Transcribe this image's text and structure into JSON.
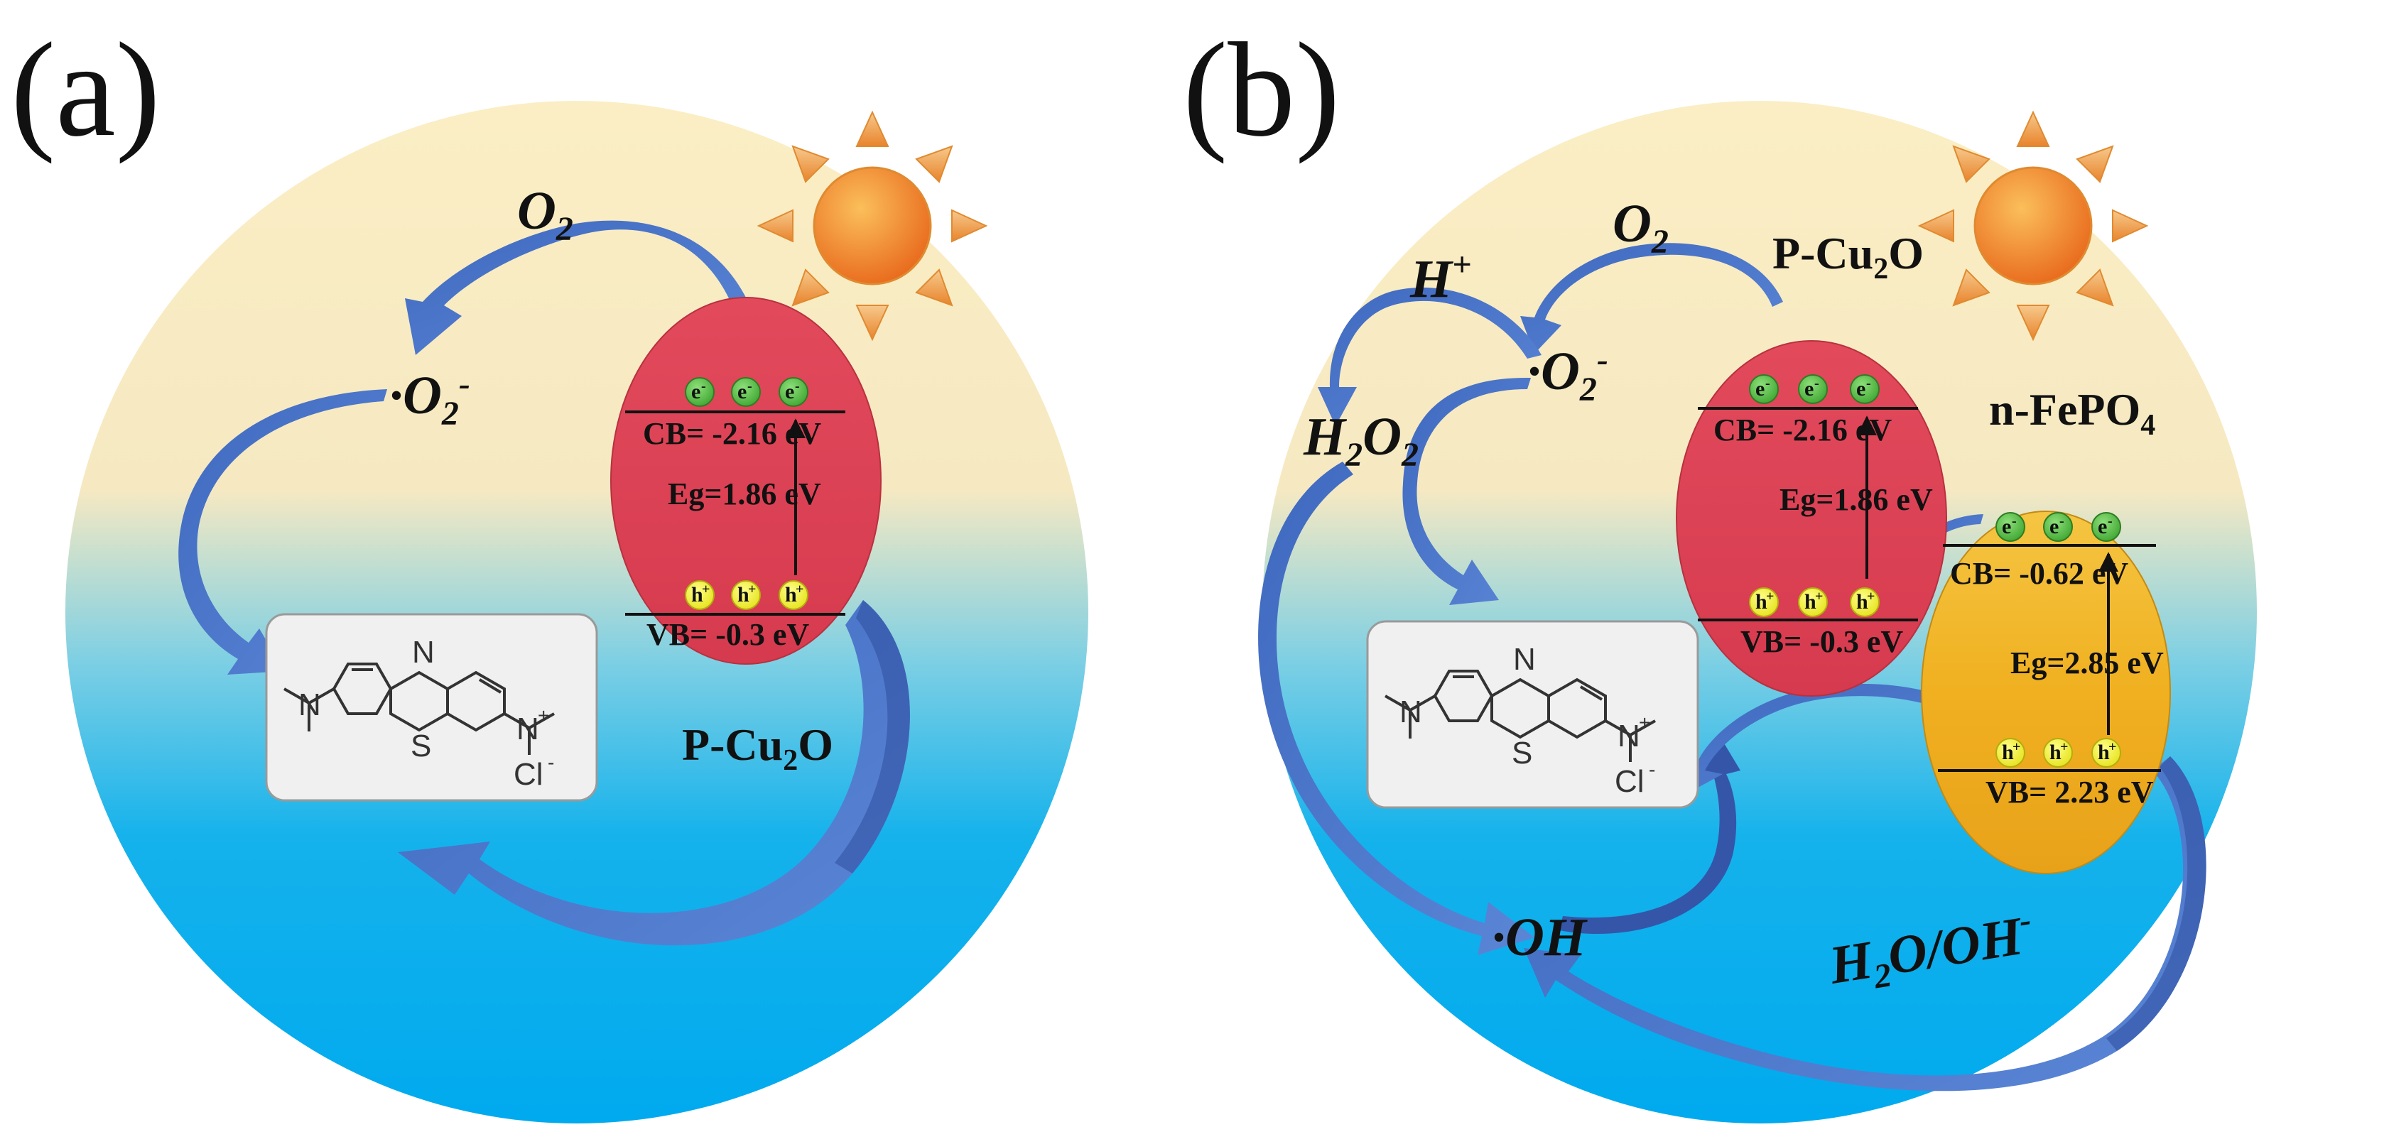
{
  "panel_a": {
    "label": "(a)",
    "o2": "O",
    "o2_sub": "2",
    "superoxide": "·O",
    "superoxide_sub": "2",
    "superoxide_sup": "-",
    "material_main": "P-Cu",
    "material_sub": "2",
    "material_end": "O",
    "cb": "CB= -2.16 eV",
    "eg": "Eg=1.86 eV",
    "vb": "VB= -0.3 eV",
    "electron": "e",
    "electron_sup": "-",
    "hole": "h",
    "hole_sup": "+",
    "molecule": {
      "n_ring": "N",
      "s_ring": "S",
      "n_amine": "N",
      "n_imine": "N",
      "imine_sup": "+",
      "counter_ion": "Cl",
      "counter_sup": "-"
    }
  },
  "panel_b": {
    "label": "(b)",
    "o2": "O",
    "o2_sub": "2",
    "h_plus": "H",
    "h_plus_sup": "+",
    "superoxide": "·O",
    "superoxide_sub": "2",
    "superoxide_sup": "-",
    "h2o2_a": "H",
    "h2o2_sub1": "2",
    "h2o2_b": "O",
    "h2o2_sub2": "2",
    "hydroxyl": "·OH",
    "water": "H",
    "water_sub": "2",
    "water_mid": "O/OH",
    "water_sup": "-",
    "cu2o_main": "P-Cu",
    "cu2o_sub": "2",
    "cu2o_end": "O",
    "fepo4_main": "n-FePO",
    "fepo4_sub": "4",
    "cu2o_cb": "CB= -2.16 eV",
    "cu2o_eg": "Eg=1.86 eV",
    "cu2o_vb": "VB= -0.3 eV",
    "fepo4_cb": "CB= -0.62 eV",
    "fepo4_eg": "Eg=2.85 eV",
    "fepo4_vb": "VB= 2.23 eV",
    "electron": "e",
    "electron_sup": "-",
    "hole": "h",
    "hole_sup": "+",
    "molecule": {
      "n_ring": "N",
      "s_ring": "S",
      "n_amine": "N",
      "n_imine": "N",
      "imine_sup": "+",
      "counter_ion": "Cl",
      "counter_sup": "-"
    }
  },
  "colors": {
    "sky_top": "#fbeec4",
    "sky_bottom": "#00aeef",
    "cu2o_fill": "#e0485a",
    "fepo4_fill": "#f2b51a",
    "arrow": "#4a72c8",
    "electron": "#5bbf4a",
    "hole": "#f2f23a"
  }
}
